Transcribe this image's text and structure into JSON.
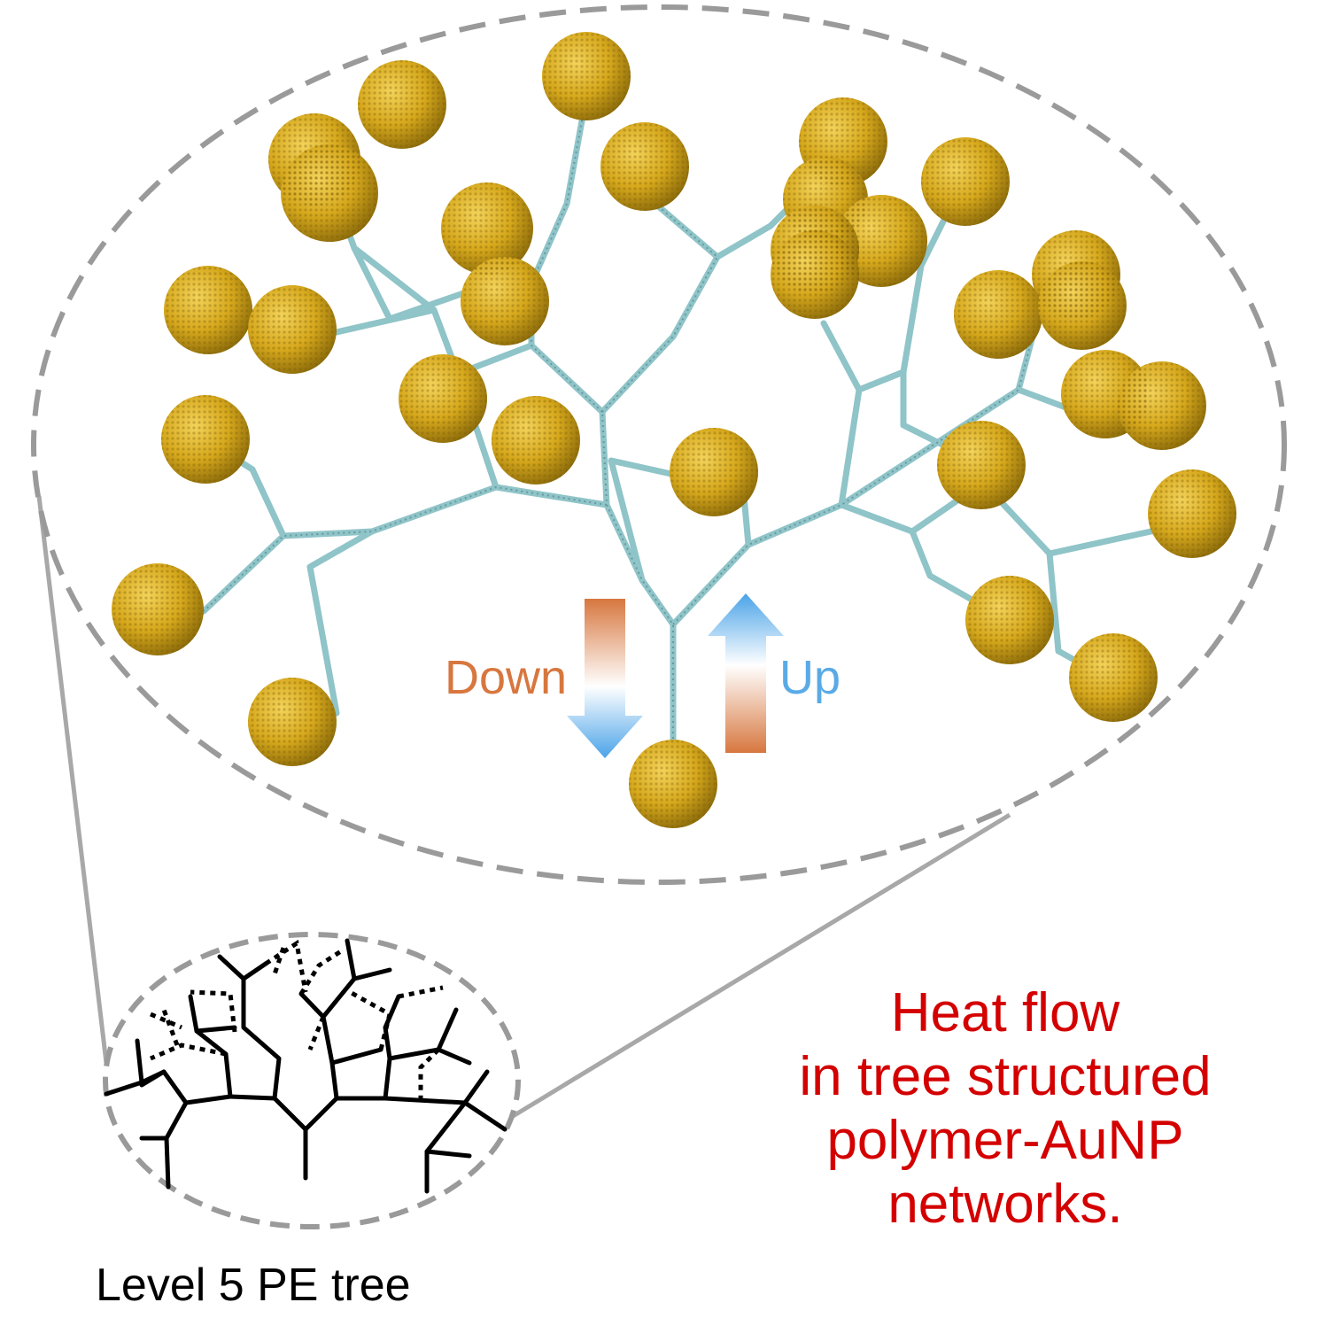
{
  "arrows": {
    "down_label": "Down",
    "up_label": "Up",
    "down_color_top": "#d7773f",
    "down_color_bottom": "#4aa3e8",
    "up_color_top": "#4aa3e8",
    "up_color_bottom": "#d7773f"
  },
  "caption": {
    "lines": [
      "Heat flow",
      "in tree structured",
      "polymer-AuNP",
      "networks."
    ],
    "color": "#d40000"
  },
  "schematic": {
    "label": "Level 5 PE tree"
  },
  "colors": {
    "nanoparticle": "#d6a81c",
    "polymer_chain": "#8fc4c8",
    "outline_dashes": "#999999"
  },
  "icons": [
    "gold-nanoparticle-icon",
    "polymer-chain-icon",
    "arrow-down-icon",
    "arrow-up-icon"
  ]
}
